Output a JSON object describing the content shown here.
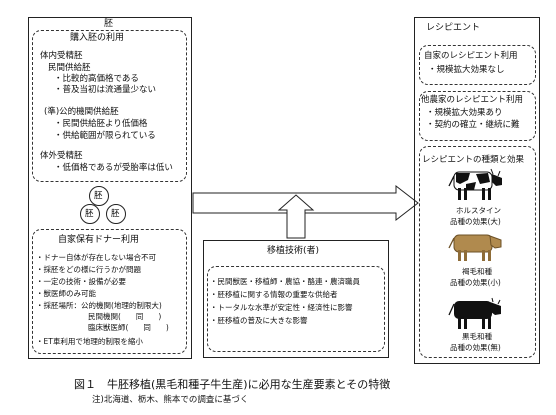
{
  "embryo": {
    "title": "胚",
    "purchase": {
      "title": "購入胚の利用",
      "in_vivo_title": "体内受精胚",
      "private_supply": "民間供給胚",
      "private_items": [
        "・比較的高価格である",
        "・普及当初は流通量少ない"
      ],
      "public_title": "(準)公的機関供給胚",
      "public_items": [
        "・民間供給胚より低価格",
        "・供給範囲が限られている"
      ],
      "in_vitro_title": "体外受精胚",
      "in_vitro_items": [
        "・低価格であるが受胎率は低い"
      ]
    },
    "circle_label": "胚",
    "own_donor": {
      "title": "自家保有ドナー利用",
      "items": [
        "・ドナー自体が存在しない場合不可",
        "・採胚をどの様に行うかが問題",
        "・一定の技術・設備が必要",
        "・獣医師のみ可能",
        "・採胚場所：公的機関(地理的制限大)",
        "民間機関(　　同　　)",
        "臨床獣医師(　　同　　)",
        "・ET車利用で地理的制限を縮小"
      ]
    }
  },
  "technician": {
    "title": "移植技術(者)",
    "items": [
      "・民間獣医・移植師・農協・酪連・農済職員",
      "・胚移植に関する情報の重要な供給者",
      "・トータルな水準が安定性・経済性に影響",
      "・胚移植の普及に大きな影響"
    ]
  },
  "recipient": {
    "title": "レシピエント",
    "own_farm": {
      "title": "自家のレシピエント利用",
      "items": [
        "・規模拡大効果なし"
      ]
    },
    "other_farm": {
      "title": "他農家のレシピエント利用",
      "items": [
        "・規模拡大効果あり",
        "・契約の確立・継続に難"
      ]
    },
    "types": {
      "title": "レシピエントの種類と効果",
      "animals": [
        {
          "name": "ホルスタイン",
          "effect": "品種の効果(大)",
          "icon": "holstein-cow-icon"
        },
        {
          "name": "褐毛和種",
          "effect": "品種の効果(小)",
          "icon": "brown-wagyu-cow-icon"
        },
        {
          "name": "黒毛和種",
          "effect": "品種の効果(無)",
          "icon": "black-wagyu-cow-icon"
        }
      ]
    }
  },
  "caption": {
    "main": "図１　牛胚移植(黒毛和種子牛生産)に必用な生産要素とその特徴",
    "note": "注)北海道、栃木、熊本での調査に基づく"
  }
}
